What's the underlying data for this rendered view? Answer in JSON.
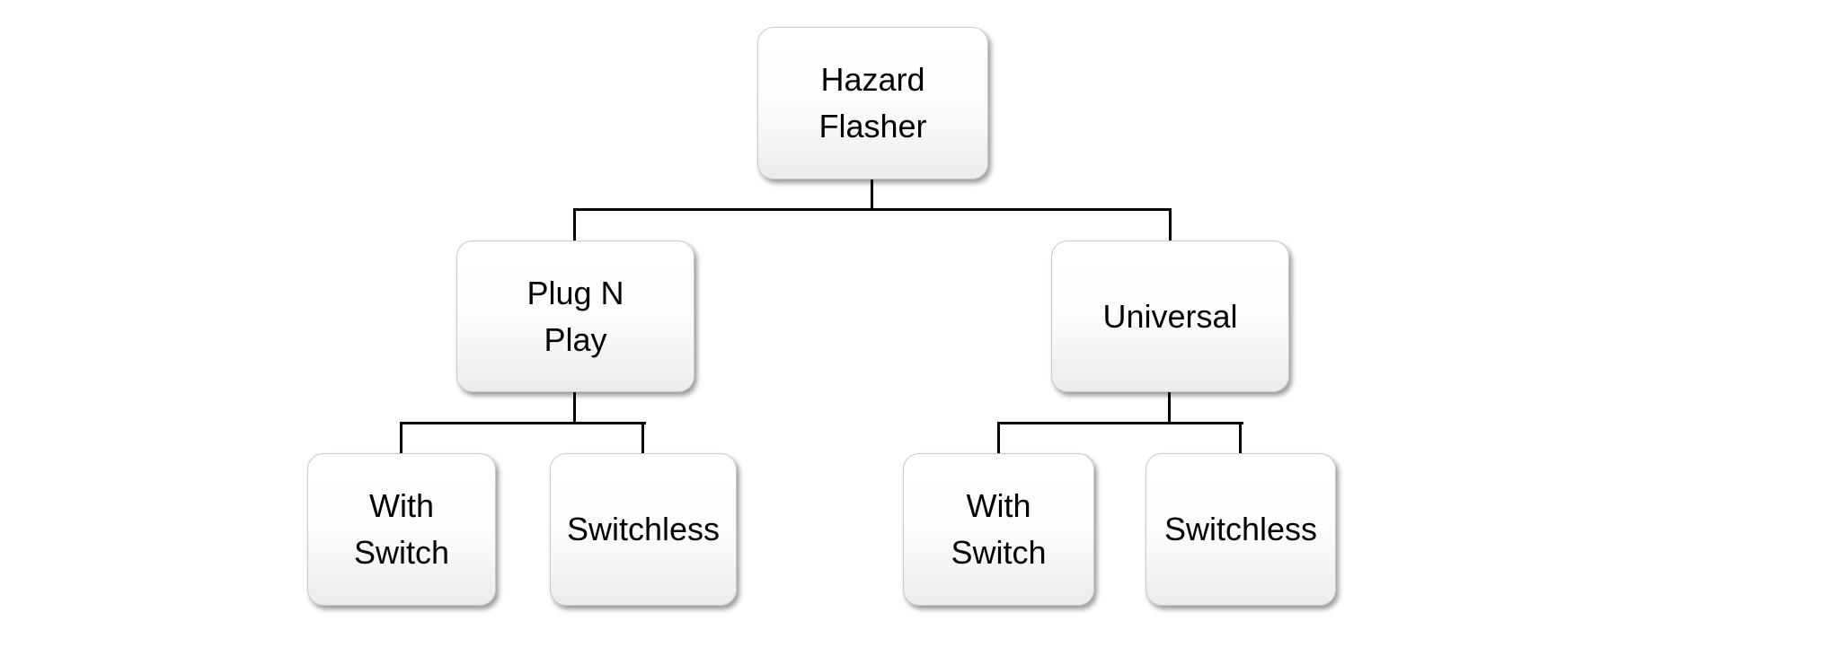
{
  "diagram": {
    "type": "hierarchy-tree",
    "levels": 3,
    "nodes": {
      "root": {
        "id": "root",
        "label": "Hazard\nFlasher"
      },
      "plug_n_play": {
        "id": "plug_n_play",
        "label": "Plug N\nPlay"
      },
      "universal": {
        "id": "universal",
        "label": "Universal"
      },
      "plug_with_switch": {
        "id": "plug_with_switch",
        "label": "With\nSwitch"
      },
      "plug_switchless": {
        "id": "plug_switchless",
        "label": "Switchless"
      },
      "universal_with_switch": {
        "id": "universal_with_switch",
        "label": "With\nSwitch"
      },
      "universal_switchless": {
        "id": "universal_switchless",
        "label": "Switchless"
      }
    },
    "edges": [
      {
        "from": "root",
        "to": "plug_n_play"
      },
      {
        "from": "root",
        "to": "universal"
      },
      {
        "from": "plug_n_play",
        "to": "plug_with_switch"
      },
      {
        "from": "plug_n_play",
        "to": "plug_switchless"
      },
      {
        "from": "universal",
        "to": "universal_with_switch"
      },
      {
        "from": "universal",
        "to": "universal_switchless"
      }
    ],
    "colors": {
      "background": "#ffffff",
      "box_fill_top": "#ffffff",
      "box_fill_bottom": "#ececee",
      "box_border": "#c9c9c9",
      "connector_line": "#000000",
      "text": "#000000"
    }
  }
}
